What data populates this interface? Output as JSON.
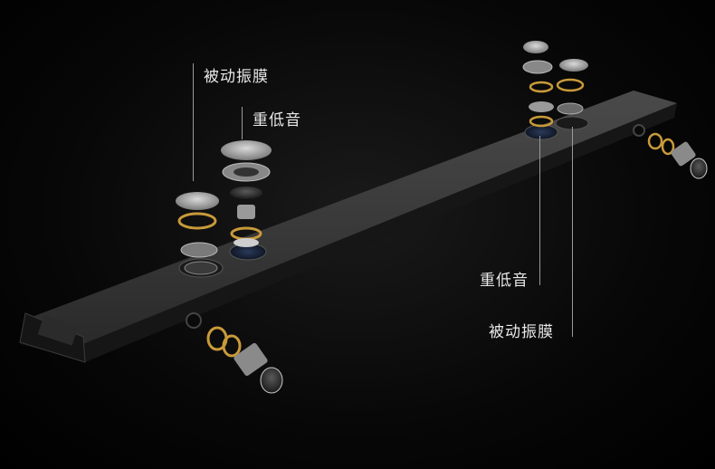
{
  "labels": {
    "left_passive": "被动振膜",
    "left_bass": "重低音",
    "right_bass": "重低音",
    "right_passive": "被动振膜"
  },
  "colors": {
    "background": "#000000",
    "label_text": "#e8e8e8",
    "leader_line": "#9a9a9a",
    "bar_top": "#3a3a3a",
    "bar_side": "#1b1b1b",
    "gold_accent": "#c99a3a"
  }
}
